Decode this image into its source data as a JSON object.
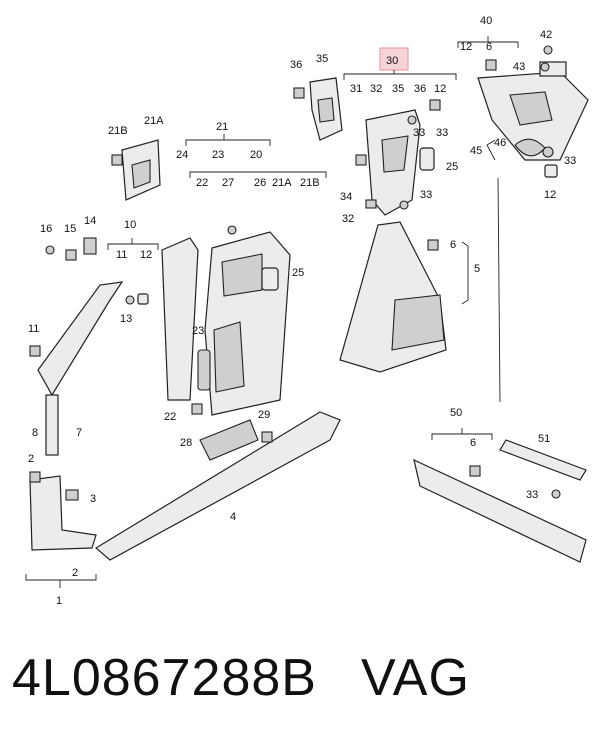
{
  "diagram": {
    "highlight_color": "#e9a0a8",
    "callouts": {
      "c40": "40",
      "c12a": "12",
      "c6a": "6",
      "c42": "42",
      "c43a": "43",
      "c36a": "36",
      "c35a": "35",
      "c30": "30",
      "c31": "31",
      "c32a": "32",
      "c35b": "35",
      "c36b": "36",
      "c12b": "12",
      "c33a": "33",
      "c33b": "33",
      "c25a": "25",
      "c34": "34",
      "c33c": "33",
      "c32b": "32",
      "c45": "45",
      "c46": "46",
      "c33d": "33",
      "c12c": "12",
      "c21b_top": "21B",
      "c21a_top": "21A",
      "c21": "21",
      "c24": "24",
      "c23top": "23",
      "c20": "20",
      "c22a": "22",
      "c27": "27",
      "c26": "26",
      "c21a_mid": "21A",
      "c21b_mid": "21B",
      "c16": "16",
      "c15": "15",
      "c14": "14",
      "c10": "10",
      "c11a": "11",
      "c12d": "12",
      "c13": "13",
      "c25b": "25",
      "c23": "23",
      "c22b": "22",
      "c29": "29",
      "c28": "28",
      "c6b": "6",
      "c5": "5",
      "c11b": "11",
      "c8": "8",
      "c7": "7",
      "c2a": "2",
      "c3": "3",
      "c4": "4",
      "c2b": "2",
      "c1": "1",
      "c50": "50",
      "c51": "51",
      "c6c": "6",
      "c33e": "33"
    }
  },
  "footer": {
    "part_number": "4L0867288B",
    "brand": "VAG"
  }
}
